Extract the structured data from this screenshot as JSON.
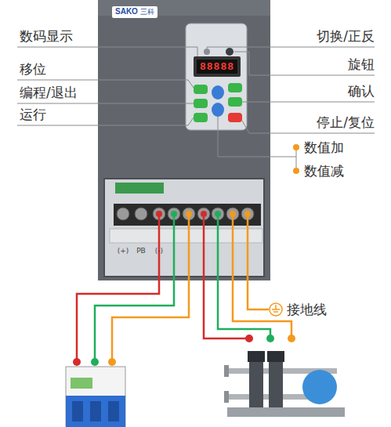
{
  "diagram": {
    "nodes": [
      {
        "text": [
          "SAKO",
          "三科"
        ]
      },
      {
        "text": [
          "88888"
        ],
        "in": 0
      }
    ],
    "labels": [
      "数码显示",
      "切换/正反",
      "移位",
      "旋钮",
      "编程/退出",
      "确认",
      "运行",
      "停止/复位",
      "数值加",
      "数值减",
      "(+)",
      "PB",
      "(-)",
      "接地线"
    ]
  }
}
